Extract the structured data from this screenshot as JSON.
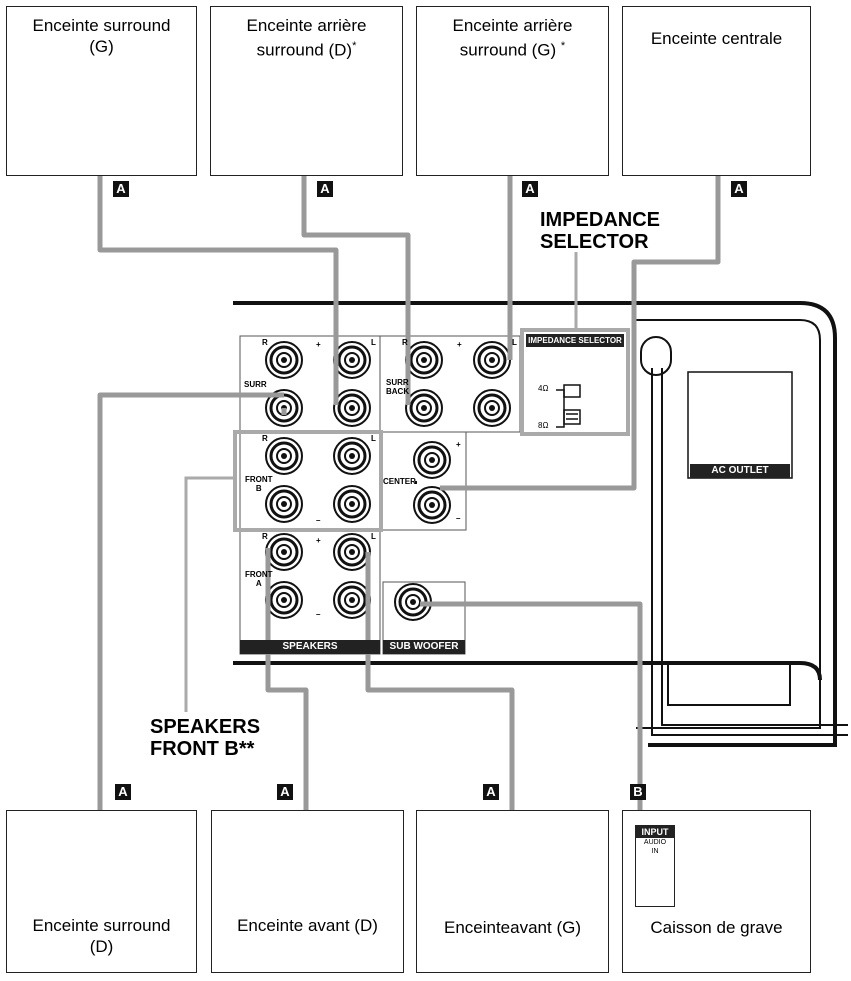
{
  "speakers_top": [
    {
      "title_line1": "Enceinte surround",
      "title_line2": "(G)",
      "asterisk": "",
      "tag": "A"
    },
    {
      "title_line1": "Enceinte arrière",
      "title_line2": "surround (D)",
      "asterisk": "*",
      "tag": "A"
    },
    {
      "title_line1": "Enceinte arrière",
      "title_line2": "surround (G)",
      "asterisk": "*",
      "tag": "A"
    },
    {
      "title_line1": "Enceinte centrale",
      "title_line2": "",
      "asterisk": "",
      "tag": "A"
    }
  ],
  "speakers_bottom": [
    {
      "title_line1": "Enceinte surround",
      "title_line2": "(D)",
      "tag": "A"
    },
    {
      "title_line1": "Enceinte avant (D)",
      "title_line2": "",
      "tag": "A"
    },
    {
      "title_line1": "Enceinteavant (G)",
      "title_line2": "",
      "tag": "A"
    }
  ],
  "subwoofer": {
    "title": "Caisson de grave",
    "tag": "B",
    "input_label": "INPUT",
    "audio_in": "AUDIO",
    "in": "IN"
  },
  "callouts": {
    "impedance_line1": "IMPEDANCE",
    "impedance_line2": "SELECTOR",
    "front_b_line1": "SPEAKERS",
    "front_b_line2": "FRONT B**"
  },
  "panel": {
    "impedance_selector": "IMPEDANCE SELECTOR",
    "ohm4": "4Ω",
    "ohm8": "8Ω",
    "ac_outlet": "AC OUTLET",
    "speakers": "SPEAKERS",
    "sub_woofer": "SUB WOOFER",
    "surr": "SURR",
    "surr_back_1": "SURR",
    "surr_back_2": "BACK",
    "front_b_1": "FRONT",
    "front_b_2": "B",
    "front_a_1": "FRONT",
    "front_a_2": "A",
    "center": "CENTER",
    "r": "R",
    "l": "L",
    "plus": "+",
    "minus": "–"
  }
}
